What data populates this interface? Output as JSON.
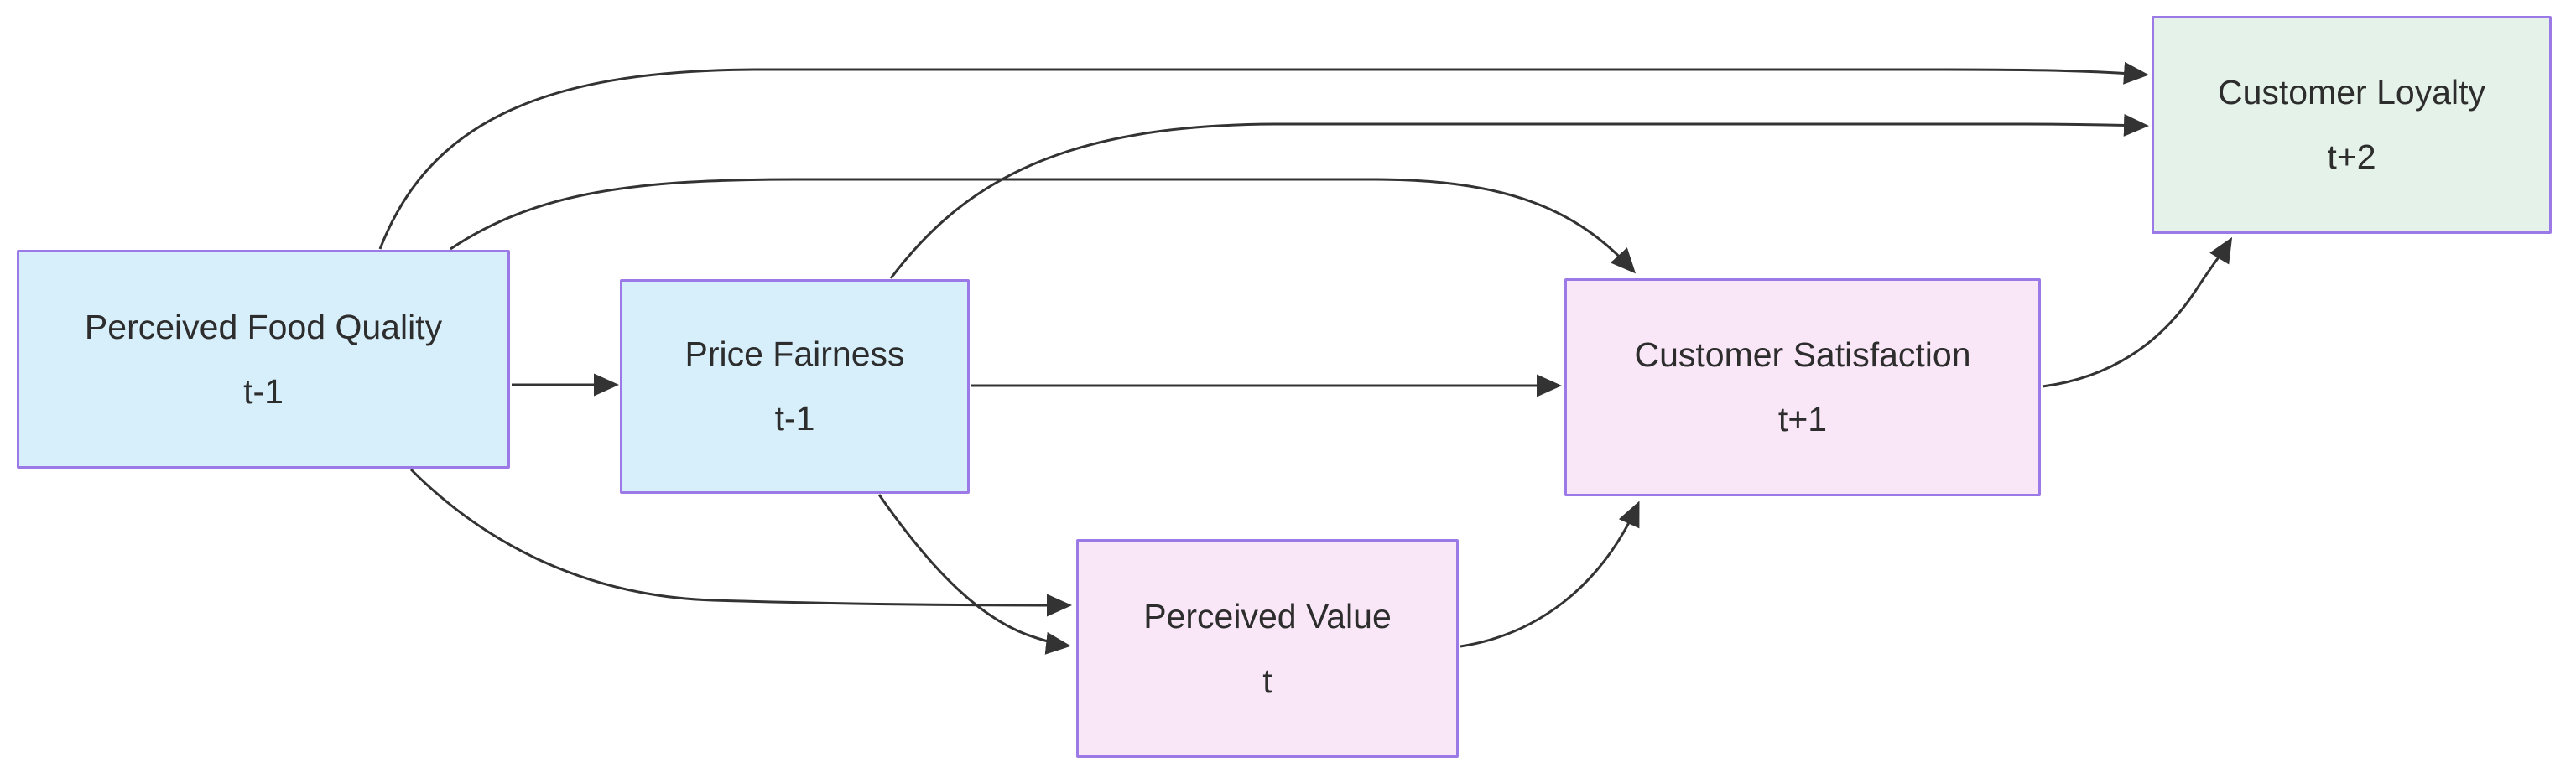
{
  "diagram": {
    "type": "flowchart",
    "background": "#ffffff",
    "arrow_color": "#333333",
    "text_color": "#2d2d2d",
    "node_border_color": "#9b79e6",
    "nodes": [
      {
        "id": "perceived-food-quality",
        "label": "Perceived Food Quality",
        "time": "t-1",
        "fill": "#d7effb",
        "border": "#9b79e6"
      },
      {
        "id": "price-fairness",
        "label": "Price Fairness",
        "time": "t-1",
        "fill": "#d7effb",
        "border": "#9b79e6"
      },
      {
        "id": "perceived-value",
        "label": "Perceived Value",
        "time": "t",
        "fill": "#f9e7f7",
        "border": "#9b79e6"
      },
      {
        "id": "customer-satisfaction",
        "label": "Customer Satisfaction",
        "time": "t+1",
        "fill": "#f9e7f7",
        "border": "#9b79e6"
      },
      {
        "id": "customer-loyalty",
        "label": "Customer Loyalty",
        "time": "t+2",
        "fill": "#e5f2e9",
        "border": "#9b79e6"
      }
    ],
    "edges": [
      {
        "from": "Perceived Food Quality",
        "to": "Price Fairness"
      },
      {
        "from": "Perceived Food Quality",
        "to": "Customer Loyalty"
      },
      {
        "from": "Perceived Food Quality",
        "to": "Customer Satisfaction"
      },
      {
        "from": "Perceived Food Quality",
        "to": "Perceived Value"
      },
      {
        "from": "Price Fairness",
        "to": "Customer Satisfaction"
      },
      {
        "from": "Price Fairness",
        "to": "Customer Loyalty"
      },
      {
        "from": "Price Fairness",
        "to": "Perceived Value"
      },
      {
        "from": "Perceived Value",
        "to": "Customer Satisfaction"
      },
      {
        "from": "Customer Satisfaction",
        "to": "Customer Loyalty"
      }
    ]
  }
}
